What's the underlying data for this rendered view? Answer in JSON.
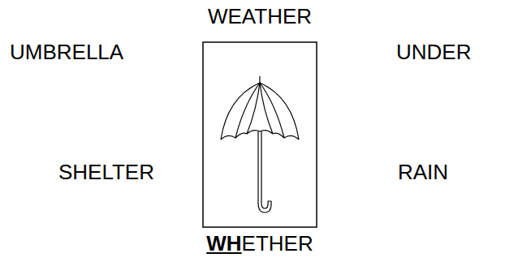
{
  "diagram": {
    "labels": [
      "WEATHER",
      "UMBRELLA",
      "UNDER",
      "SHELTER",
      "RAIN",
      "WH",
      "ETHER"
    ]
  }
}
